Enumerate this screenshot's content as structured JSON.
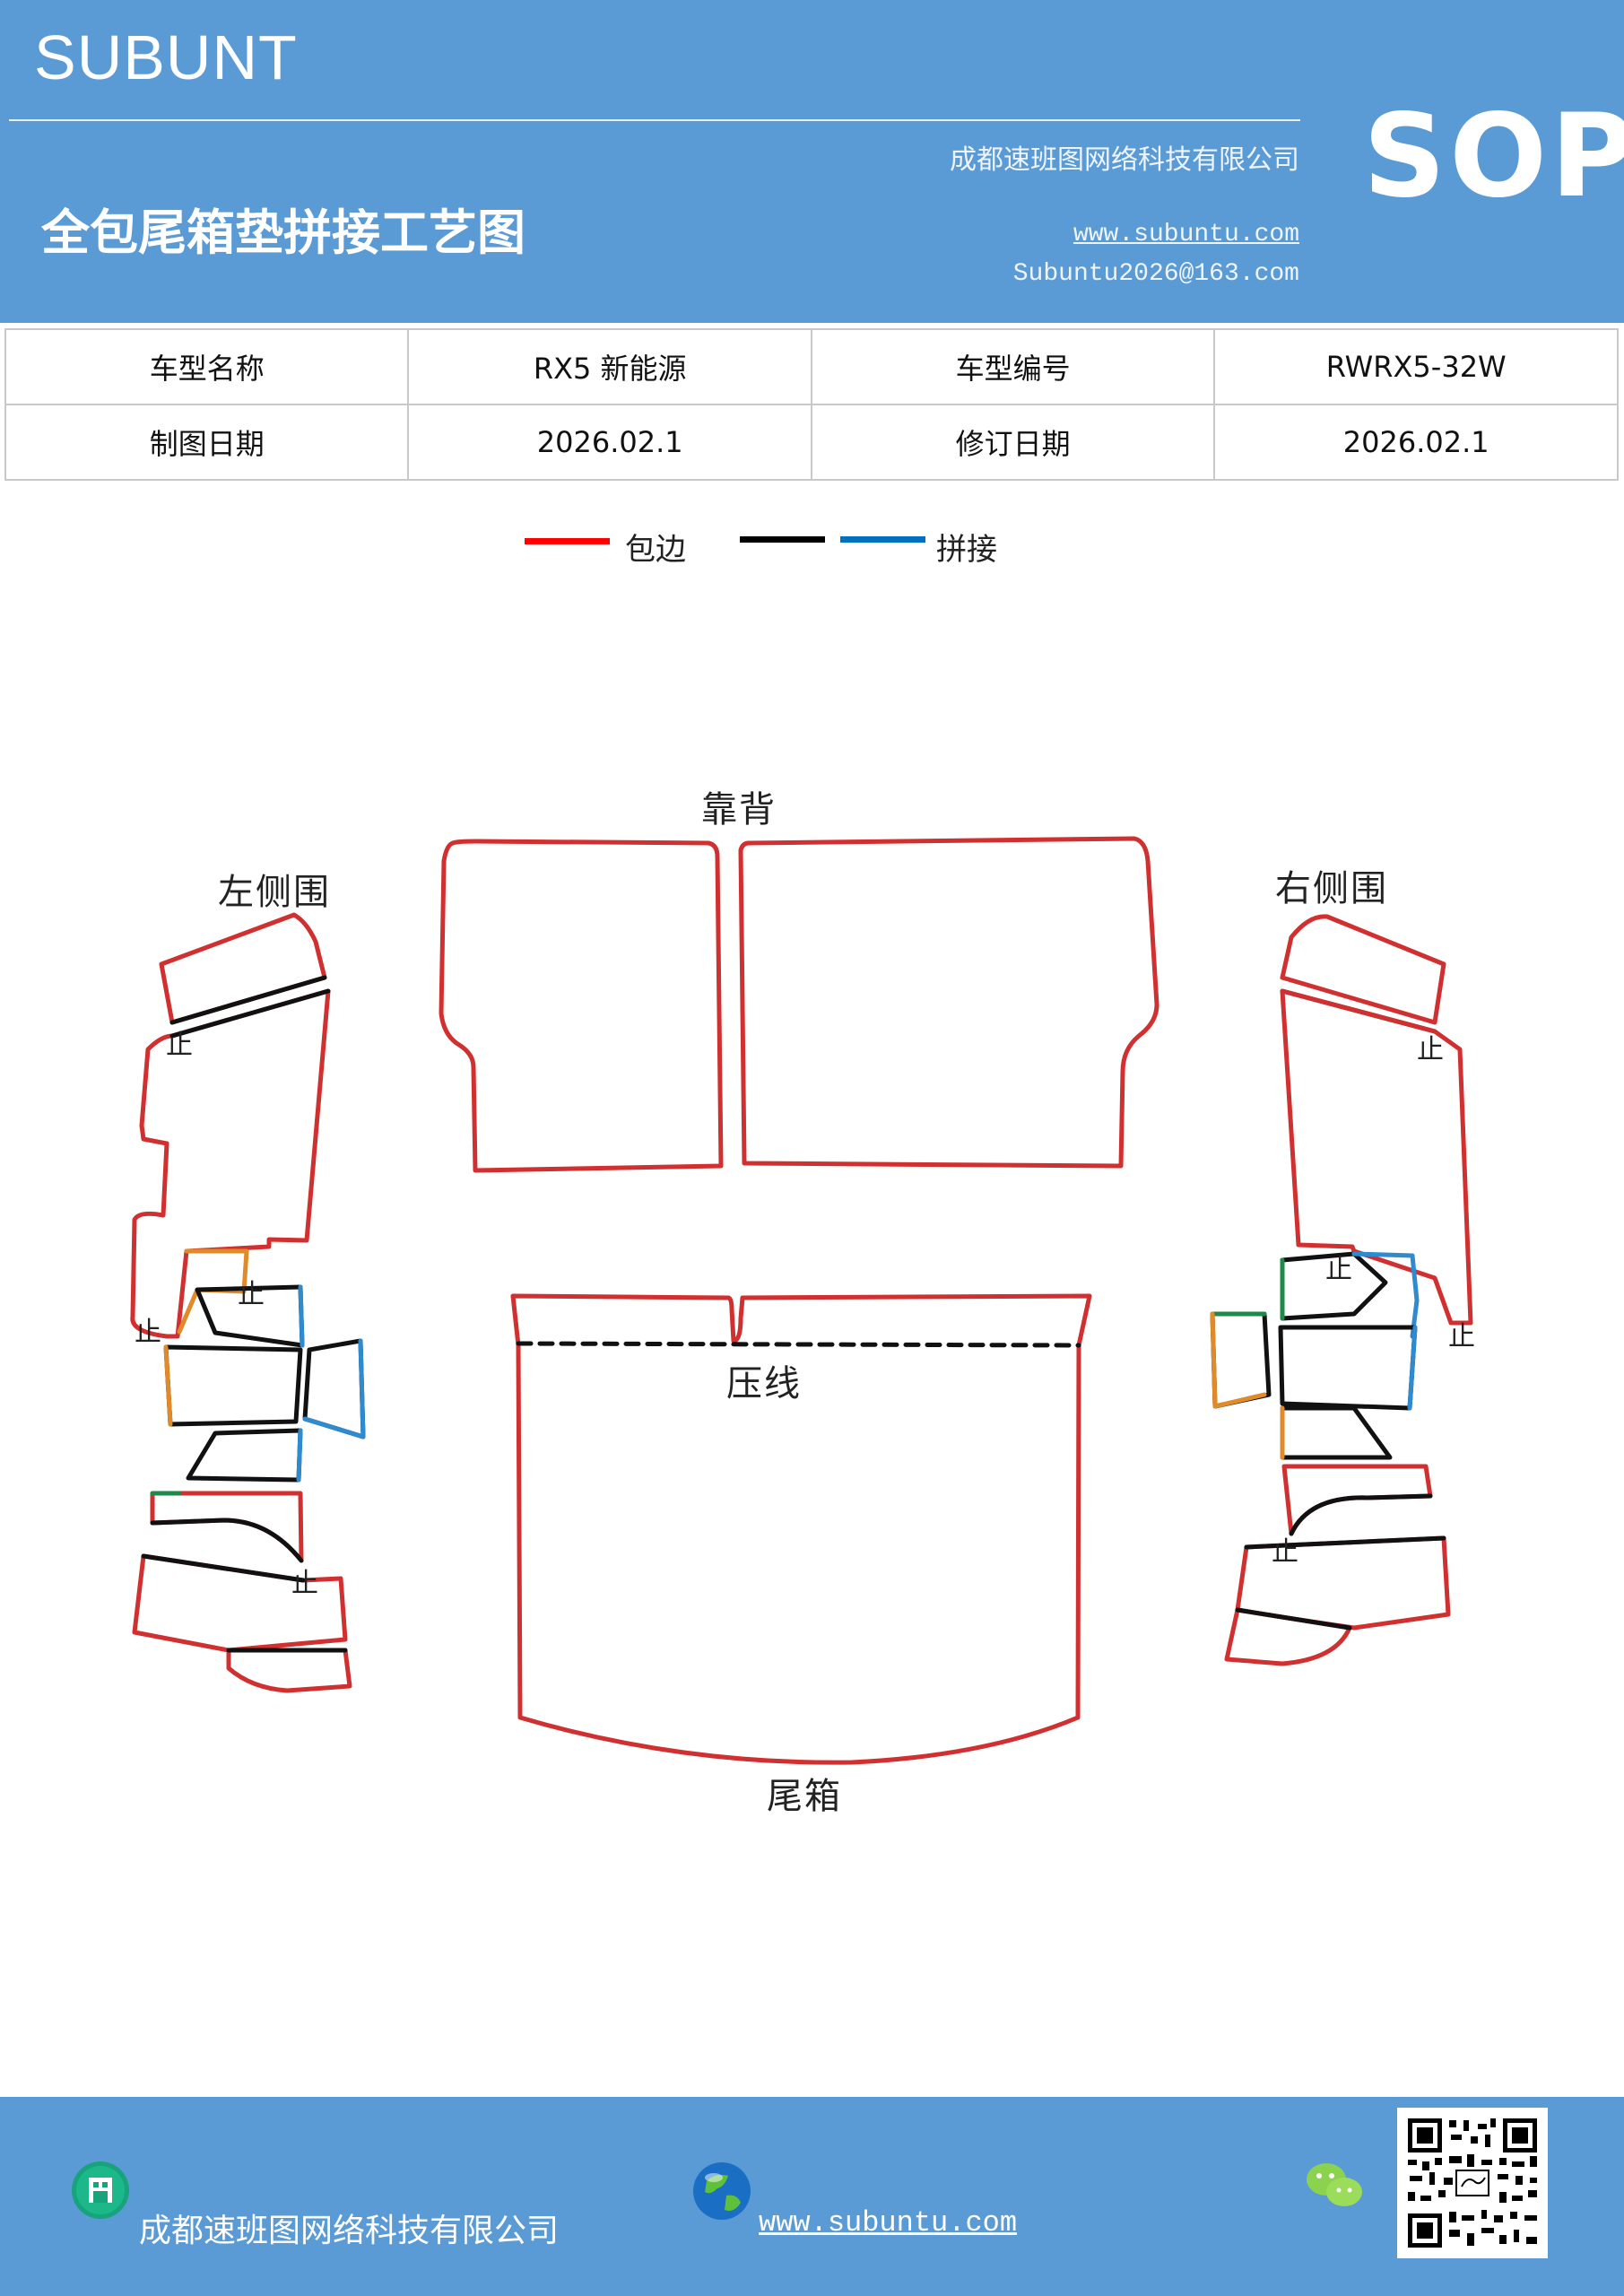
{
  "header": {
    "brand": "SUBUNT",
    "company": "成都速班图网络科技有限公司",
    "title": "全包尾箱垫拼接工艺图",
    "website": "www.subuntu.com",
    "email": "Subuntu2026@163.com",
    "badge": "SOP",
    "bg_color": "#5b9bd5"
  },
  "info_table": {
    "row1": [
      "车型名称",
      "RX5  新能源",
      "车型编号",
      "RWRX5-32W"
    ],
    "row2": [
      "制图日期",
      "2026.02.1",
      "修订日期",
      "2026.02.1"
    ]
  },
  "legend": {
    "items": [
      {
        "label": "包边",
        "color": "#ff0000"
      },
      {
        "label": "拼接",
        "colors": [
          "#000000",
          "#0070c0"
        ]
      }
    ]
  },
  "diagram": {
    "labels": {
      "backrest": "靠背",
      "left_side": "左侧围",
      "right_side": "右侧围",
      "crease": "压线",
      "trunk": "尾箱",
      "stop": "止"
    },
    "colors": {
      "edge": "#d03030",
      "seam": "#111111",
      "blue": "#2e8bd0",
      "orange": "#e08a2a",
      "green": "#1e8a4a"
    }
  },
  "footer": {
    "company": "成都速班图网络科技有限公司",
    "website": "www.subuntu.com ",
    "icons": [
      "building-icon",
      "globe-icon",
      "wechat-icon",
      "qr-code"
    ]
  }
}
